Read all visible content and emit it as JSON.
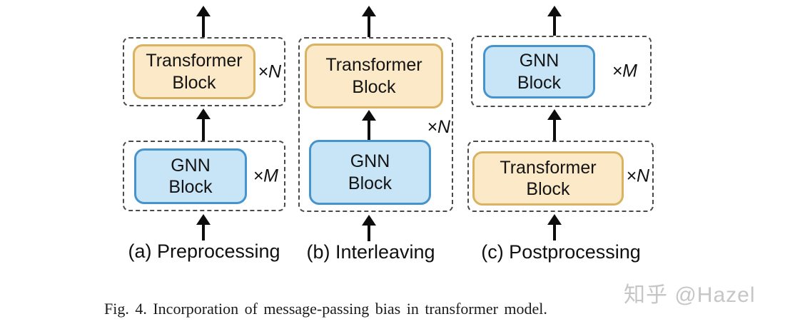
{
  "figure": {
    "panels": [
      {
        "caption": "(a) Preprocessing",
        "groups": [
          {
            "multiplier": "×N",
            "blocks": [
              {
                "kind": "transformer",
                "label": "Transformer\nBlock"
              }
            ]
          },
          {
            "multiplier": "×M",
            "blocks": [
              {
                "kind": "gnn",
                "label": "GNN\nBlock"
              }
            ]
          }
        ]
      },
      {
        "caption": "(b) Interleaving",
        "groups": [
          {
            "multiplier": "×N",
            "blocks": [
              {
                "kind": "transformer",
                "label": "Transformer\nBlock"
              },
              {
                "kind": "gnn",
                "label": "GNN\nBlock"
              }
            ]
          }
        ]
      },
      {
        "caption": "(c) Postprocessing",
        "groups": [
          {
            "multiplier": "×M",
            "blocks": [
              {
                "kind": "gnn",
                "label": "GNN\nBlock"
              }
            ]
          },
          {
            "multiplier": "×N",
            "blocks": [
              {
                "kind": "transformer",
                "label": "Transformer\nBlock"
              }
            ]
          }
        ]
      }
    ],
    "caption": "Fig. 4.  Incorporation of message-passing bias in transformer model.",
    "watermark": "知乎 @Hazel",
    "colors": {
      "transformer_fill": "#FBE9C8",
      "transformer_border": "#D9B262",
      "gnn_fill": "#C8E4F7",
      "gnn_border": "#4793CC",
      "dashed_border": "#4a4a4a",
      "arrow": "#0d0d0d",
      "watermark_gray": "#c6c6c6"
    }
  }
}
